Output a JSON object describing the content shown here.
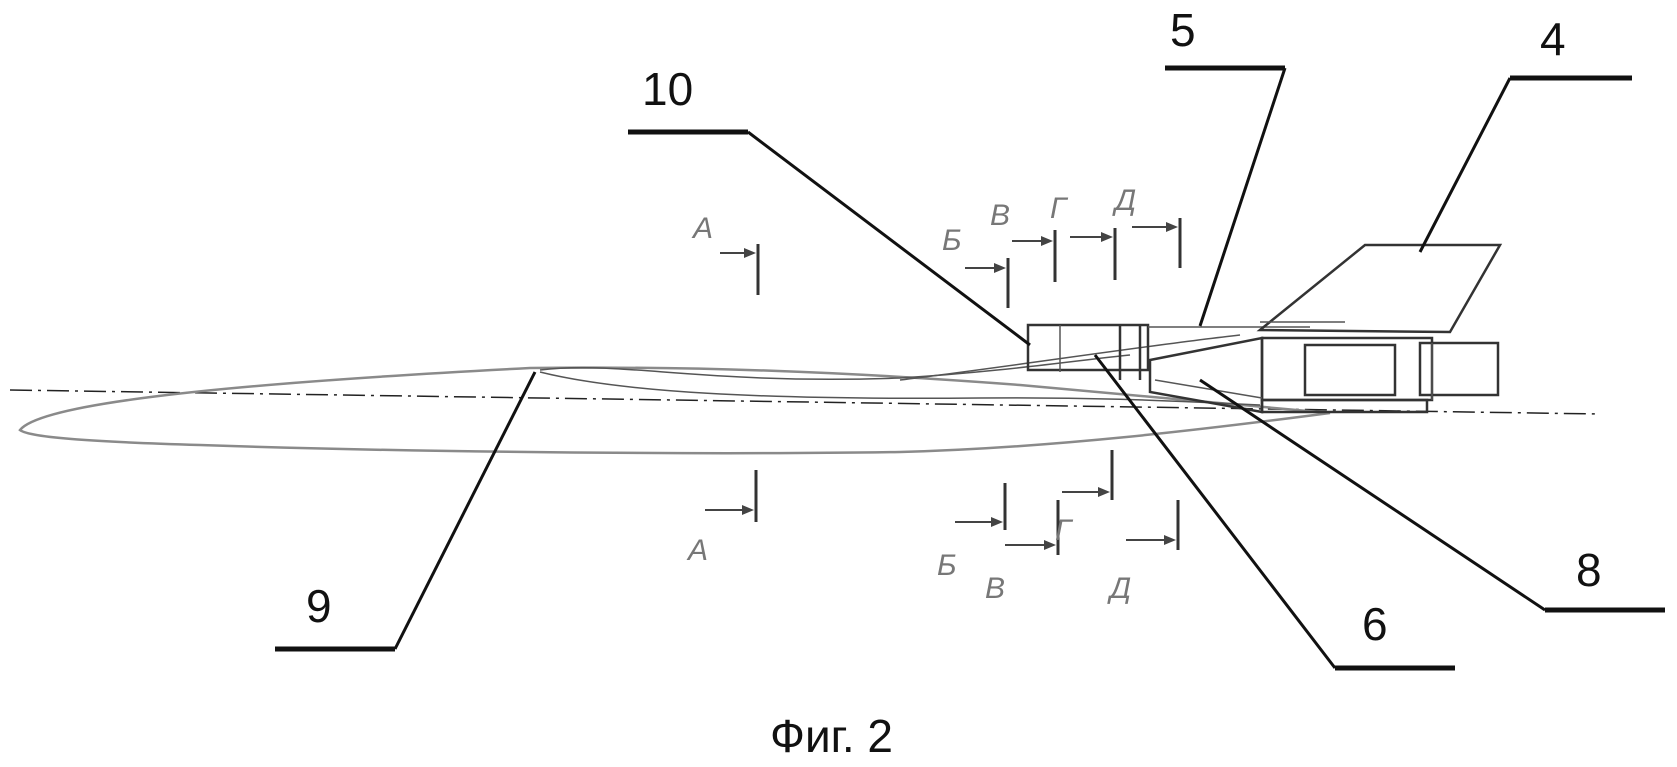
{
  "figure": {
    "caption": "Фиг. 2",
    "callouts": [
      "4",
      "5",
      "10",
      "9",
      "6",
      "8"
    ],
    "sections_top": [
      "А",
      "Б",
      "В",
      "Г",
      "Д"
    ],
    "sections_bottom": [
      "А",
      "Б",
      "В",
      "Г",
      "Д"
    ]
  }
}
